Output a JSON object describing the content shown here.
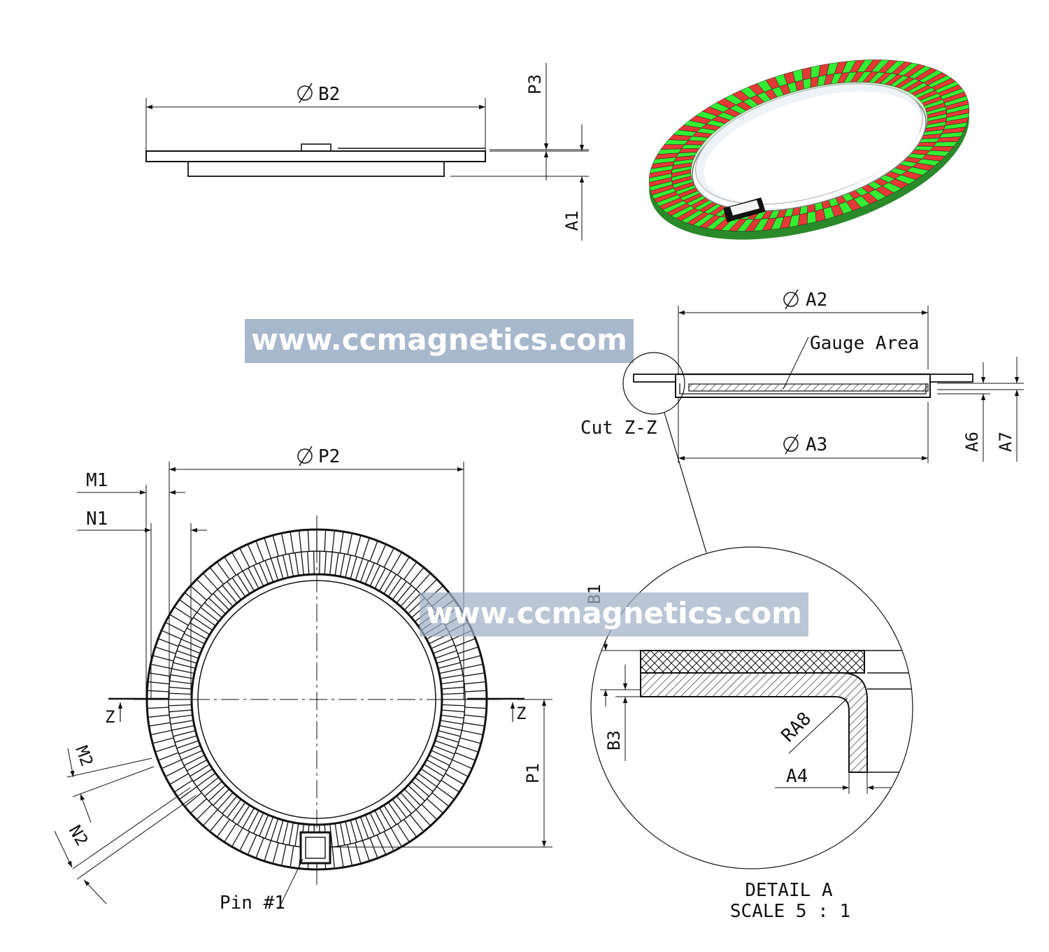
{
  "labels": {
    "b2": "B2",
    "p3": "P3",
    "a1": "A1",
    "a2": "A2",
    "gauge_area": "Gauge Area",
    "cut": "Cut Z-Z",
    "a3": "A3",
    "a6": "A6",
    "a7": "A7",
    "p2": "P2",
    "m1": "M1",
    "n1": "N1",
    "z_left": "Z",
    "z_right": "Z",
    "m2": "M2",
    "n2": "N2",
    "p1": "P1",
    "pin1": "Pin #1",
    "b1": "B1",
    "b3": "B3",
    "ra8": "RA8",
    "a4": "A4",
    "detail": "DETAIL A",
    "scale": "SCALE 5 : 1"
  },
  "watermark": {
    "text": "www.ccmagnetics.com"
  },
  "colors": {
    "line": "#111111",
    "magnet_red": "#e53935",
    "magnet_green": "#33ee33",
    "watermark_bg": "#9fb0c6"
  }
}
